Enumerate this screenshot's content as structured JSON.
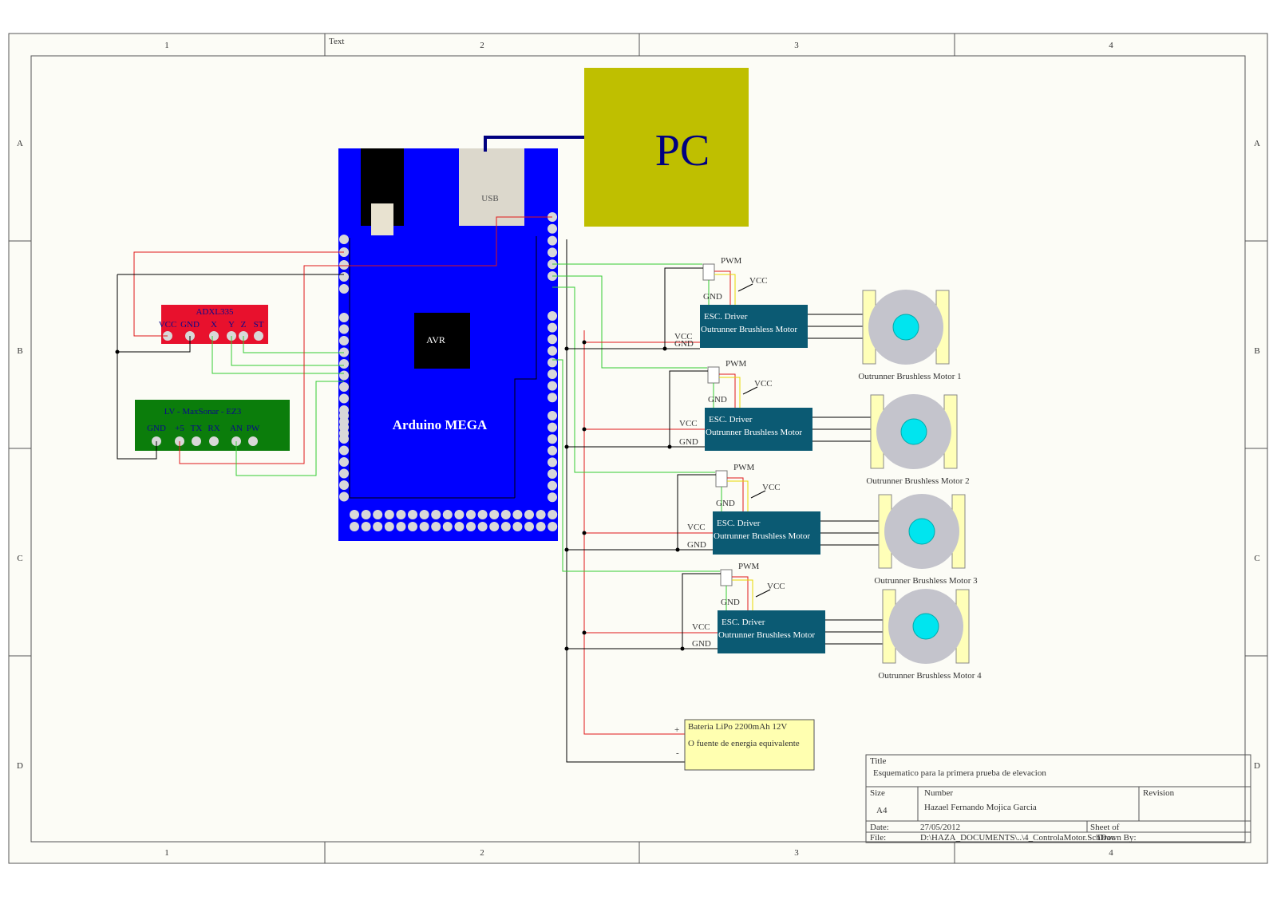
{
  "frame": {
    "columns": [
      "1",
      "2",
      "3",
      "4"
    ],
    "rows": [
      "A",
      "B",
      "C",
      "D"
    ],
    "text_marker": "Text"
  },
  "pc": {
    "label": "PC"
  },
  "arduino": {
    "name": "Arduino MEGA",
    "chip": "AVR",
    "usb": "USB"
  },
  "adxl": {
    "name": "ADXL335",
    "pins": [
      "VCC",
      "GND",
      "X",
      "Y",
      "Z",
      "ST"
    ]
  },
  "sonar": {
    "name": "LV - MaxSonar - EZ3",
    "pins": [
      "GND",
      "+5",
      "TX",
      "RX",
      "AN",
      "PW"
    ]
  },
  "escs": [
    {
      "line1": "ESC. Driver",
      "line2": "Outrunner Brushless Motor",
      "pwm": "PWM",
      "vcc_top": "VCC",
      "gnd_top": "GND",
      "vcc": "VCC",
      "gnd": "GND",
      "motor": "Outrunner Brushless Motor 1"
    },
    {
      "line1": "ESC. Driver",
      "line2": "Outrunner Brushless Motor",
      "pwm": "PWM",
      "vcc_top": "VCC",
      "gnd_top": "GND",
      "vcc": "VCC",
      "gnd": "GND",
      "motor": "Outrunner Brushless Motor 2"
    },
    {
      "line1": "ESC. Driver",
      "line2": "Outrunner Brushless Motor",
      "pwm": "PWM",
      "vcc_top": "VCC",
      "gnd_top": "GND",
      "vcc": "VCC",
      "gnd": "GND",
      "motor": "Outrunner Brushless Motor 3"
    },
    {
      "line1": "ESC. Driver",
      "line2": "Outrunner Brushless Motor",
      "pwm": "PWM",
      "vcc_top": "VCC",
      "gnd_top": "GND",
      "vcc": "VCC",
      "gnd": "GND",
      "motor": "Outrunner Brushless Motor 4"
    }
  ],
  "battery": {
    "line1": "Bateria LiPo 2200mAh 12V",
    "line2": "O fuente de energia equivalente",
    "plus": "+",
    "minus": "-"
  },
  "title_block": {
    "title_label": "Title",
    "title": "Esquematico para la primera prueba de elevacion",
    "size_label": "Size",
    "size": "A4",
    "number_label": "Number",
    "number": "Hazael Fernando Mojica Garcia",
    "revision_label": "Revision",
    "date_label": "Date:",
    "date": "27/05/2012",
    "sheet_label": "Sheet    of",
    "file_label": "File:",
    "file": "D:\\HAZA_DOCUMENTS\\..\\4_ControlaMotor.SchDoc",
    "drawn_by_label": "Drawn By:"
  },
  "colors": {
    "paper": "#fcfcf6",
    "arduino": "#0000ff",
    "pc": "#bfbf00",
    "adxl": "#e8112d",
    "sonar": "#0b7d0b",
    "esc": "#0b5a73",
    "battery": "#ffffb0",
    "motor_body": "#c4c4cc",
    "motor_core": "#00e5ef",
    "motor_mount": "#ffffb8",
    "wire_red": "#e11919",
    "wire_green": "#33cc33",
    "wire_black": "#000000",
    "wire_yellow": "#e8d800",
    "usb_cable": "#000080"
  }
}
